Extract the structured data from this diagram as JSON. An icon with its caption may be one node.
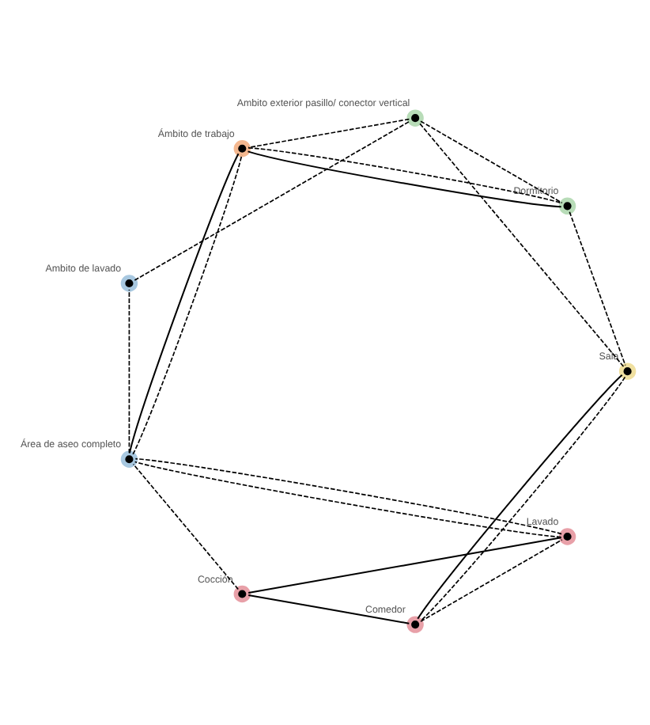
{
  "diagram": {
    "nodes": [
      {
        "text": [],
        "shape": "circle",
        "beside": [
          "Lavado"
        ]
      },
      {
        "text": [],
        "shape": "circle",
        "beside": [
          "Cocción"
        ]
      },
      {
        "text": [],
        "shape": "circle",
        "beside": [
          "Comedor"
        ]
      },
      {
        "text": [],
        "shape": "circle",
        "beside": [
          "Área de aseo completo"
        ]
      },
      {
        "text": [],
        "shape": "circle",
        "beside": [
          "Ambito de lavado"
        ]
      },
      {
        "text": [],
        "shape": "circle",
        "beside": [
          "Ambito exterior pasillo/ conector vertical"
        ]
      },
      {
        "text": [],
        "shape": "circle",
        "beside": [
          "Sala"
        ]
      },
      {
        "text": [],
        "shape": "circle",
        "beside": [
          "Ámbito de trabajo"
        ]
      },
      {
        "text": [],
        "shape": "circle",
        "beside": [
          "Dormitorio"
        ]
      }
    ],
    "edges": [
      {
        "from": 0,
        "to": 1,
        "arrow": "none"
      },
      {
        "from": 2,
        "to": 1,
        "arrow": "none"
      },
      {
        "from": 0,
        "to": 3,
        "arrow": "none",
        "style": "dashed"
      },
      {
        "from": 1,
        "to": 3,
        "arrow": "none",
        "style": "dashed"
      },
      {
        "from": 2,
        "to": 6,
        "arrow": "none"
      },
      {
        "from": 3,
        "to": 4,
        "arrow": "none",
        "style": "dashed"
      },
      {
        "from": 4,
        "to": 5,
        "arrow": "none",
        "style": "dashed"
      },
      {
        "from": 6,
        "to": 5,
        "arrow": "none",
        "style": "dashed"
      },
      {
        "from": 5,
        "to": 7,
        "arrow": "none",
        "style": "dashed"
      },
      {
        "from": 5,
        "to": 8,
        "arrow": "none",
        "style": "dashed"
      },
      {
        "from": 8,
        "to": 7,
        "arrow": "none"
      },
      {
        "from": 3,
        "to": 7,
        "arrow": "none"
      },
      {
        "from": 2,
        "to": 0,
        "arrow": "none",
        "style": "dashed"
      },
      {
        "from": 0,
        "to": 3,
        "arrow": "none",
        "style": "dashed"
      },
      {
        "from": 3,
        "to": 7,
        "arrow": "none",
        "style": "dashed"
      },
      {
        "from": 7,
        "to": 8,
        "arrow": "none",
        "style": "dashed"
      },
      {
        "from": 8,
        "to": 6,
        "arrow": "none",
        "style": "dashed"
      },
      {
        "from": 6,
        "to": 2,
        "arrow": "none",
        "style": "dashed"
      }
    ]
  }
}
